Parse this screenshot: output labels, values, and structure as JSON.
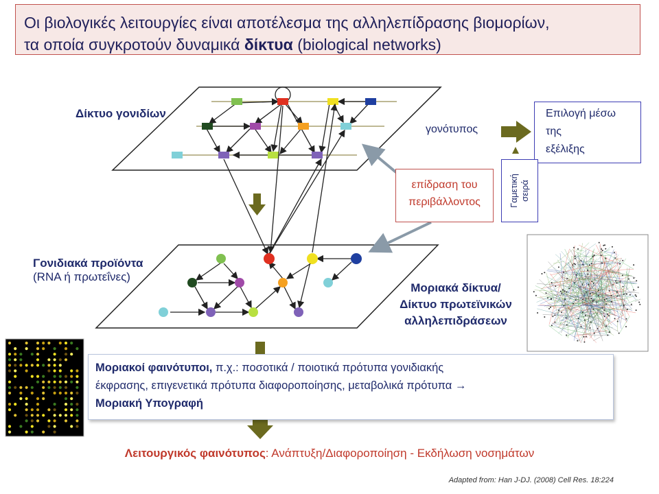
{
  "title": {
    "line1": "Οι βιολογικές λειτουργίες είναι αποτέλεσμα της αλληλεπίδρασης βιομορίων,",
    "line2_pre": "τα οποία συγκροτούν δυναμικά ",
    "line2_bold": "δίκτυα",
    "line2_post": " (biological networks)"
  },
  "labels": {
    "gene_network": "Δίκτυο γονιδίων",
    "gene_products": "Γονιδιακά προϊόντα",
    "gene_products_sub": "(RNA ή πρωτεΐνες)",
    "genotype": "γονότυπος",
    "environment_line1": "επίδραση του",
    "environment_line2": "περιβάλλοντος",
    "selection_line1": "Επιλογή μέσω",
    "selection_line2": "της",
    "selection_line3": "εξέλιξης",
    "germline_line1": "Γαμετική",
    "germline_line2": "σειρά",
    "molecular_networks_line1": "Μοριακά δίκτυα/",
    "molecular_networks_line2": "Δίκτυο πρωτεϊνικών",
    "molecular_networks_line3": "αλληλεπιδράσεων"
  },
  "phenotypes": {
    "bold1": "Μοριακοί φαινότυποι,",
    "text1": " π.χ.: ποσοτικά / ποιοτικά πρότυπα γονιδιακής",
    "text2": "έκφρασης, επιγενετικά πρότυπα διαφοροποίησης, μεταβολικά πρότυπα →",
    "bold2": "Μοριακή Υπογραφή"
  },
  "functional": {
    "bold": "Λειτουργικός φαινότυπος",
    "text": ": Ανάπτυξη/Διαφοροποίηση -  Εκδήλωση νοσημάτων"
  },
  "credit": "Adapted from: Han J-DJ. (2008) Cell Res. 18:224",
  "colors": {
    "title_bg": "#f7e8e6",
    "title_border": "#c0504d",
    "navy": "#1f2a6b",
    "red": "#c0392b",
    "olive": "#6b6a1f",
    "node_red": "#e03020",
    "node_yellow": "#f0e020",
    "node_blue": "#1f3fa0",
    "node_green": "#2f9a3c",
    "node_magenta": "#a04aa8",
    "node_orange": "#f5a020",
    "node_cyan": "#80d0d8",
    "node_purple": "#7f62b8",
    "node_darkgreen": "#204a20",
    "node_lime": "#b8e040"
  }
}
